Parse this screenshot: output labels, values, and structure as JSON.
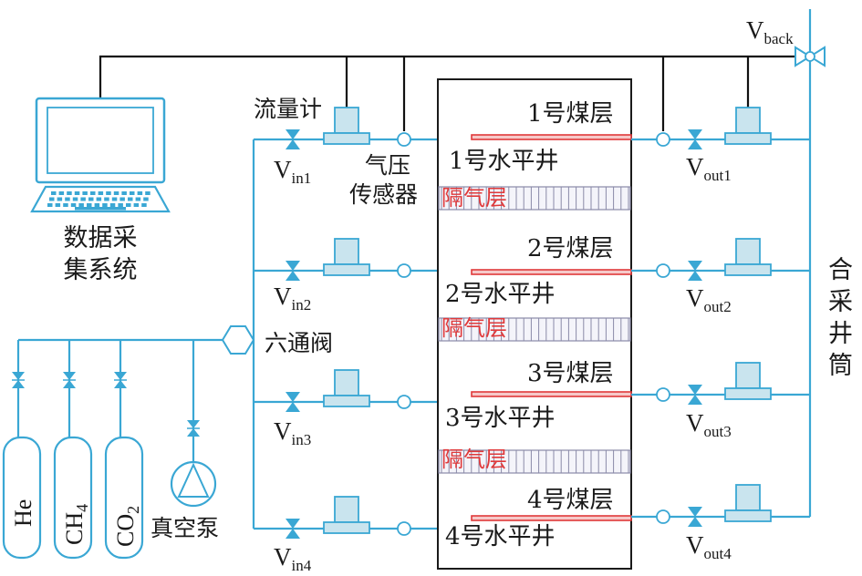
{
  "labels": {
    "daq": [
      "数据采",
      "集系统"
    ],
    "flowmeter": "流量计",
    "pressure_sensor": [
      "气压",
      "传感器"
    ],
    "six_way_valve": "六通阀",
    "vacuum_pump": "真空泵",
    "commingled_wellbore": [
      "合",
      "采",
      "井",
      "筒"
    ],
    "back_valve": {
      "main": "V",
      "sub": "back"
    }
  },
  "gas_cylinders": [
    {
      "label": "He",
      "main": "He",
      "sub": ""
    },
    {
      "label": "CH4",
      "main": "CH",
      "sub": "4"
    },
    {
      "label": "CO2",
      "main": "CO",
      "sub": "2"
    }
  ],
  "layers": [
    {
      "coal": "1号煤层",
      "well": "1号水平井",
      "barrier": "隔气层",
      "vin": {
        "main": "V",
        "sub": "in1"
      },
      "vout": {
        "main": "V",
        "sub": "out1"
      }
    },
    {
      "coal": "2号煤层",
      "well": "2号水平井",
      "barrier": "隔气层",
      "vin": {
        "main": "V",
        "sub": "in2"
      },
      "vout": {
        "main": "V",
        "sub": "out2"
      }
    },
    {
      "coal": "3号煤层",
      "well": "3号水平井",
      "barrier": "隔气层",
      "vin": {
        "main": "V",
        "sub": "in3"
      },
      "vout": {
        "main": "V",
        "sub": "out3"
      }
    },
    {
      "coal": "4号煤层",
      "well": "4号水平井",
      "vin": {
        "main": "V",
        "sub": "in4"
      },
      "vout": {
        "main": "V",
        "sub": "out4"
      }
    }
  ],
  "colors": {
    "pipe": "#3aa7d4",
    "device_fill": "#c9e4ee",
    "wire": "#111111",
    "barrier_text": "#e0393a",
    "well_line": "#e0393a"
  }
}
